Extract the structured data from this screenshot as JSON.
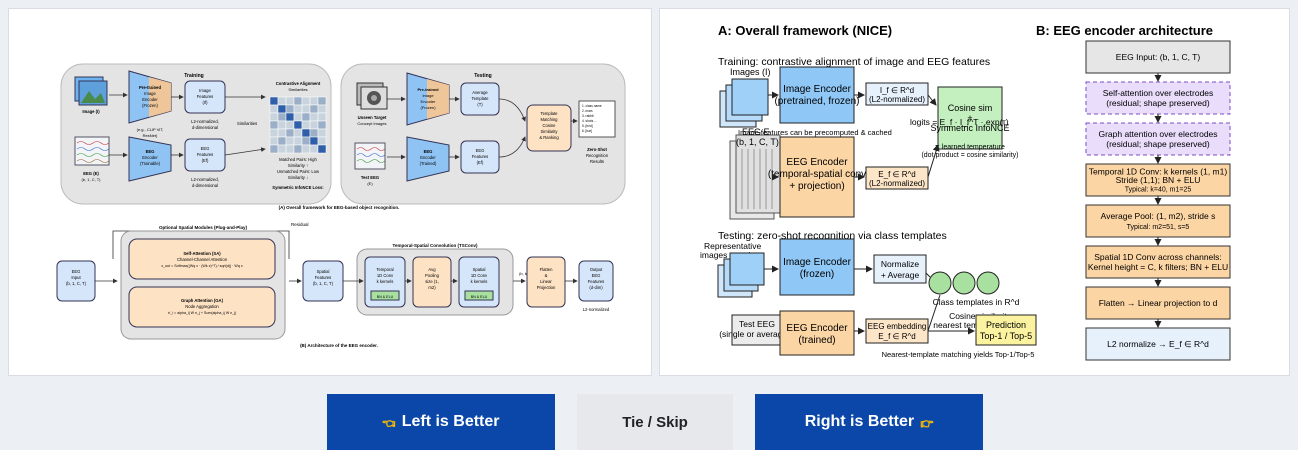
{
  "left_figure": {
    "training_label": "Training",
    "image_label": "Image (I)",
    "eeg_label": "EEG (E)",
    "eeg_shape": "(b, 1, C, T)",
    "pretrained_encoder": [
      "Pre-trained",
      "Image",
      "Encoder",
      "(Frozen)"
    ],
    "encoder_examples": [
      "(e.g., CLIP ViT,",
      "ResNet)"
    ],
    "image_features": [
      "Image",
      "Features",
      "(If)"
    ],
    "image_features_note": [
      "L2-normalized,",
      "d-dimensional"
    ],
    "eeg_encoder": [
      "EEG",
      "Encoder",
      "(Trainable)"
    ],
    "eeg_features": [
      "EEG",
      "Features",
      "(Ef)"
    ],
    "eeg_features_note": [
      "L2-normalized,",
      "d-dimensional"
    ],
    "contrastive_title": [
      "Contrastive Alignment",
      "Similarities"
    ],
    "similarities_label": "Similarities",
    "matched_note": [
      "Matched Pairs: High",
      "Similarity ↑",
      "Unmatched Pairs: Low",
      "Similarity ↓"
    ],
    "loss_label": "Symmetric InfoNCE Loss:",
    "testing_label": "Testing",
    "unseen_target": [
      "Unseen Target",
      "Concept Images"
    ],
    "test_pretrained_encoder": [
      "Pre-trained",
      "Image",
      "Encoder",
      "(Frozen)"
    ],
    "average_template": [
      "Average",
      "Template",
      "(T)"
    ],
    "test_eeg_label": [
      "Test EEG",
      "(E)"
    ],
    "test_eeg_encoder": [
      "EEG",
      "Encoder",
      "(Trained)"
    ],
    "test_eeg_features": [
      "EEG",
      "Features",
      "(Ef)"
    ],
    "template_matching": [
      "Template",
      "Matching",
      "Cosine",
      "Similarity",
      "& Ranking"
    ],
    "results_list": [
      "1. class name",
      "2. mars",
      "3. rabbit",
      "4. shots ←",
      "5. [bird]",
      "6. [bar]"
    ],
    "zero_shot": [
      "Zero-Shot",
      "Recognition",
      "Results"
    ],
    "caption_a": "(A) Overall framework for EEG-based object recognition.",
    "optional_modules": "Optional Spatial Modules (Plug-and-Play)",
    "residual": "Residual",
    "eeg_input": [
      "EEG",
      "Input",
      "(b, 1, C, T)"
    ],
    "self_attention": [
      "Self-Attention (SA)",
      "Channel-Channel Attention",
      "x_out = Softmax((Wq x · (Wk x)^T) / sqrt(d)) · Wq x"
    ],
    "graph_attention": [
      "Graph Attention (GA)",
      "Node Aggregation",
      "n'_i = alpha_ij W n_j + Sum(alpha_ij W n_j)"
    ],
    "spatial_features": [
      "Spatial",
      "Features",
      "(b, 1, C, T)"
    ],
    "tsconv_title": "Temporal-Spatial Convolution (TSConv)",
    "temporal_conv": [
      "Temporal",
      "1D Conv",
      "k kernels"
    ],
    "bn_elu": "BN & ELU",
    "avg_pooling": [
      "Avg",
      "Pooling",
      "size (1,",
      "m2)"
    ],
    "spatial_conv": [
      "Spatial",
      "1D Conv",
      "k kernels"
    ],
    "tsconv_shape": "(b, k, 1, L1)",
    "flatten": [
      "Flatten",
      "&",
      "Linear",
      "Projection"
    ],
    "output": [
      "Output",
      "EEG",
      "Features",
      "(d-dim)"
    ],
    "l2_normalized": "L2-normalized",
    "caption_b": "(B) Architecture of the EEG encoder."
  },
  "right_figure": {
    "title_a": "A: Overall framework (NICE)",
    "title_b": "B: EEG encoder architecture",
    "training_heading": "Training: contrastive alignment of image and EEG features",
    "images_label": "Images (I)",
    "image_encoder": [
      "Image Encoder",
      "(pretrained, frozen)"
    ],
    "if_box": [
      "I_f ∈ R^d",
      "(L2-normalized)"
    ],
    "precomputed_note": "Image features can be precomputed & cached",
    "eeg_e_label": [
      "EEG E",
      "(b, 1, C, T)"
    ],
    "eeg_encoder": [
      "EEG Encoder",
      "(temporal-spatial conv",
      "+ projection)"
    ],
    "ef_box": [
      "E_f ∈ R^d",
      "(L2-normalized)"
    ],
    "cosine_box": [
      "Cosine sim",
      "+",
      "Symmetric InfoNCE"
    ],
    "logits_label": "logits = E_f · I_f^T · exp(τ)",
    "tau_note": [
      "τ: learned temperature",
      "(dot product = cosine similarity)"
    ],
    "testing_heading": "Testing: zero-shot recognition via class templates",
    "representative_label": [
      "Representative",
      "images per class"
    ],
    "test_image_encoder": [
      "Image Encoder",
      "(frozen)"
    ],
    "normalize_box": [
      "Normalize",
      "+ Average"
    ],
    "class_templates": "Class templates in R^d",
    "test_eeg_box": [
      "Test EEG",
      "(single or averaged)"
    ],
    "test_eeg_encoder": [
      "EEG Encoder",
      "(trained)"
    ],
    "eeg_embedding": [
      "EEG embedding",
      "E_f ∈ R^d"
    ],
    "cosine_similarity_note": [
      "Cosine similarity",
      "nearest template ranking"
    ],
    "prediction_box": [
      "Prediction",
      "Top-1 / Top-5"
    ],
    "nearest_template_note": "Nearest-template matching yields Top-1/Top-5",
    "arch_blocks": [
      {
        "lines": [
          "EEG Input: (b, 1, C, T)"
        ],
        "style": "gray"
      },
      {
        "lines": [
          "Self-attention over electrodes",
          "(residual; shape preserved)"
        ],
        "style": "purple"
      },
      {
        "lines": [
          "Graph attention over electrodes",
          "(residual; shape preserved)"
        ],
        "style": "purple"
      },
      {
        "lines": [
          "Temporal 1D Conv: k kernels (1, m1)",
          "Stride (1,1); BN + ELU",
          "Typical: k=40, m1=25"
        ],
        "style": "orange"
      },
      {
        "lines": [
          "Average Pool: (1, m2), stride s",
          "Typical: m2=51, s=5"
        ],
        "style": "orange"
      },
      {
        "lines": [
          "Spatial 1D Conv across channels:",
          "Kernel height = C, k filters; BN + ELU"
        ],
        "style": "orange"
      },
      {
        "lines": [
          "Flatten → Linear projection to d"
        ],
        "style": "orange"
      },
      {
        "lines": [
          "L2 normalize → E_f ∈ R^d"
        ],
        "style": "blue"
      }
    ]
  },
  "buttons": {
    "left": "Left is Better",
    "tie": "Tie / Skip",
    "right": "Right is Better",
    "left_icon": "pointing-left-hand-icon",
    "right_icon": "pointing-right-hand-icon"
  },
  "colors": {
    "button_blue": "#0a47a8",
    "button_gray": "#e6e8ec",
    "encoder_orange": "#f9c78f",
    "encoder_blue": "#8fc3f3",
    "box_blue": "#d6e6fa",
    "purple": "#e9ddfb",
    "green": "#a8e0a0"
  }
}
